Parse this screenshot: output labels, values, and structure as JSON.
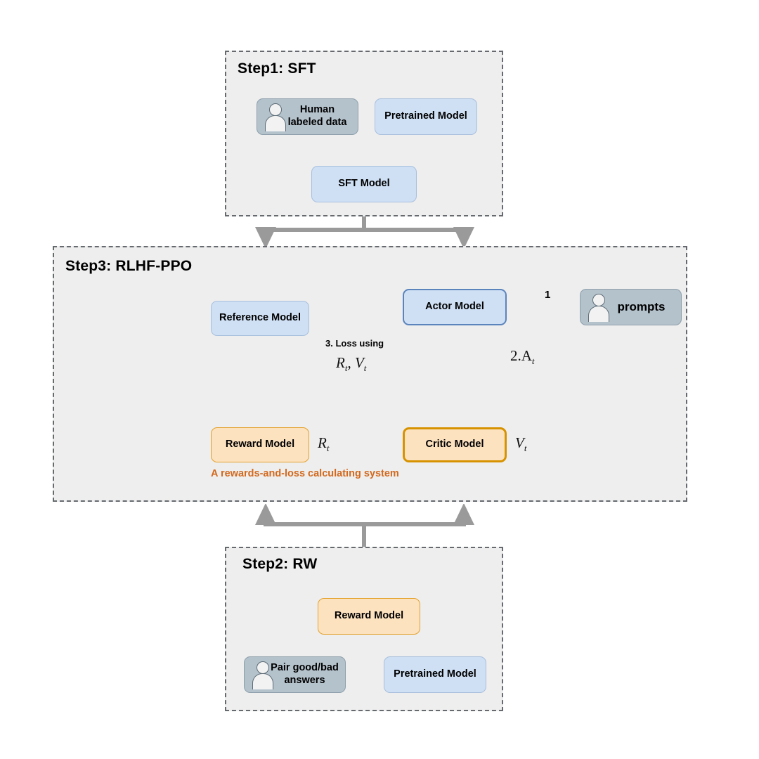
{
  "diagram": {
    "title": "RLHF three-step training pipeline",
    "colors": {
      "panel_bg": "#eeeeee",
      "panel_border": "#666a6e",
      "blue_fill": "#cfe0f5",
      "blue_border": "#a8bfdc",
      "blue_border_strong": "#5b84bd",
      "gray_fill": "#b4c2cc",
      "gray_border": "#8e9fab",
      "orange_fill": "#fde2c0",
      "orange_border": "#e3a12a",
      "orange_border_strong": "#d79200",
      "orange_text": "#d2691e",
      "connector_gray": "#9a9a9a",
      "edge_black": "#222222"
    }
  },
  "step1": {
    "title": "Step1: SFT",
    "nodes": {
      "human_data": "Human\nlabeled data",
      "human_data_line1": "Human",
      "human_data_line2": "labeled data",
      "pretrained": "Pretrained Model",
      "sft": "SFT Model"
    },
    "icons": {
      "human_data": "person-icon"
    }
  },
  "step2": {
    "title": "Step2: RW",
    "nodes": {
      "reward": "Reward Model",
      "pair_answers_line1": "Pair good/bad",
      "pair_answers_line2": "answers",
      "pretrained": "Pretrained Model"
    },
    "icons": {
      "pair_answers": "person-icon"
    }
  },
  "step3": {
    "title": "Step3: RLHF-PPO",
    "nodes": {
      "reference": "Reference Model",
      "reward": "Reward Model",
      "actor": "Actor Model",
      "critic": "Critic Model",
      "prompts": "prompts"
    },
    "icons": {
      "prompts": "person-icon"
    },
    "system_caption": "A rewards-and-loss calculating system",
    "edges": {
      "prompts_to_actor_num": "1",
      "actor_to_critic_label": "2.A",
      "actor_to_critic_sub": "t",
      "loss_label": "3. Loss using",
      "loss_math_r": "R",
      "loss_math_r_sub": "t",
      "loss_math_sep": ", ",
      "loss_math_v": "V",
      "loss_math_v_sub": "t"
    },
    "annotations": {
      "reward_out": "R",
      "reward_out_sub": "t",
      "critic_out": "V",
      "critic_out_sub": "t"
    }
  }
}
